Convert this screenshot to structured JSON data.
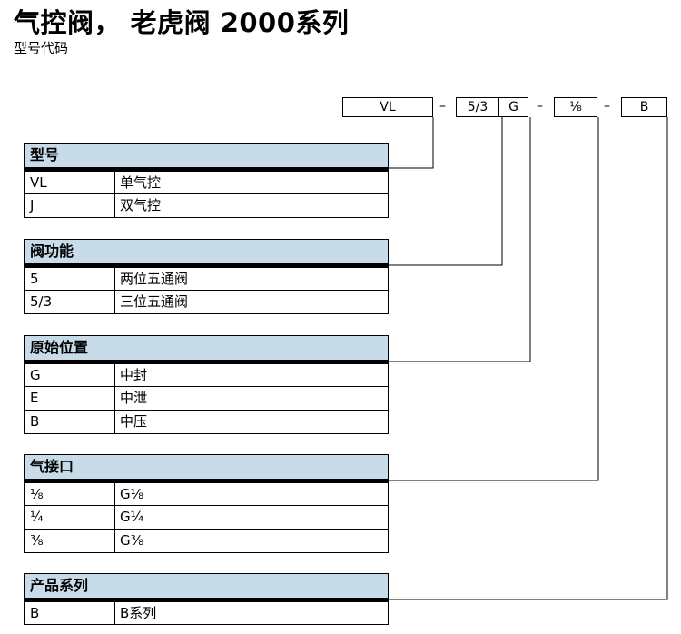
{
  "header": {
    "title": "气控阀， 老虎阀 2000系列",
    "subtitle": "型号代码"
  },
  "code": {
    "segments": [
      "VL",
      "5/3",
      "G",
      "⅛",
      "B"
    ],
    "separator": "–"
  },
  "groups": [
    {
      "title": "型号",
      "rows": [
        {
          "code": "VL",
          "desc": "单气控"
        },
        {
          "code": "J",
          "desc": "双气控"
        }
      ]
    },
    {
      "title": "阀功能",
      "rows": [
        {
          "code": "5",
          "desc": "两位五通阀"
        },
        {
          "code": "5/3",
          "desc": "三位五通阀"
        }
      ]
    },
    {
      "title": "原始位置",
      "rows": [
        {
          "code": "G",
          "desc": "中封"
        },
        {
          "code": "E",
          "desc": "中泄"
        },
        {
          "code": "B",
          "desc": "中压"
        }
      ]
    },
    {
      "title": "气接口",
      "rows": [
        {
          "code": "⅛",
          "desc": "G⅛"
        },
        {
          "code": "¼",
          "desc": "G¼"
        },
        {
          "code": "⅜",
          "desc": "G⅜"
        }
      ]
    },
    {
      "title": "产品系列",
      "rows": [
        {
          "code": "B",
          "desc": "B系列"
        }
      ]
    }
  ]
}
